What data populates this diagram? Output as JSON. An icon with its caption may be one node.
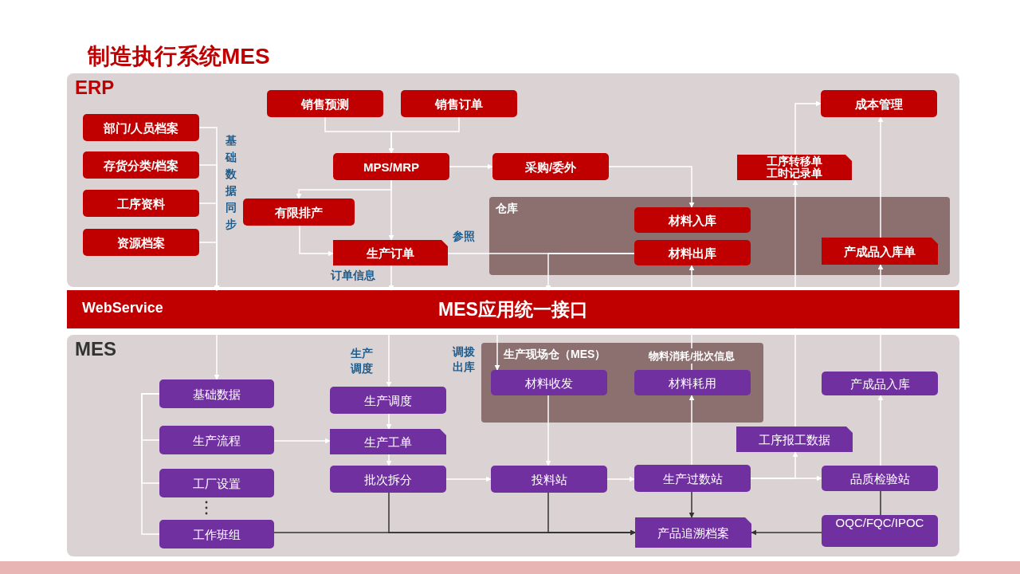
{
  "diagram": {
    "title": "制造执行系统MES",
    "nodes": [
      {
        "text": [
          "ERP"
        ]
      },
      {
        "text": [
          "部门/人员档案"
        ],
        "in": 0
      },
      {
        "text": [
          "存货分类/档案"
        ],
        "in": 0
      },
      {
        "text": [
          "工序资料"
        ],
        "in": 0
      },
      {
        "text": [
          "资源档案"
        ],
        "in": 0
      },
      {
        "text": [
          "销售预测"
        ],
        "in": 0
      },
      {
        "text": [
          "销售订单"
        ],
        "in": 0
      },
      {
        "text": [
          "MPS/MRP"
        ],
        "in": 0
      },
      {
        "text": [
          "采购/委外"
        ],
        "in": 0
      },
      {
        "text": [
          "有限排产"
        ],
        "in": 0
      },
      {
        "text": [
          "生产订单"
        ],
        "in": 0
      },
      {
        "text": [
          "工序转移单工时记录单"
        ],
        "in": 0
      },
      {
        "text": [
          "成本管理"
        ],
        "in": 0
      },
      {
        "text": [
          "仓库"
        ],
        "in": 0
      },
      {
        "text": [
          "材料入库"
        ],
        "in": 13
      },
      {
        "text": [
          "材料出库"
        ],
        "in": 13
      },
      {
        "text": [
          "产成品入库单"
        ],
        "in": 13
      },
      {
        "text": [
          "WebService",
          "MES应用统一接口"
        ]
      },
      {
        "text": [
          "MES"
        ]
      },
      {
        "text": [
          "基础数据"
        ],
        "in": 18
      },
      {
        "text": [
          "生产流程"
        ],
        "in": 18
      },
      {
        "text": [
          "工厂设置"
        ],
        "in": 18
      },
      {
        "text": [
          "工作班组"
        ],
        "in": 18
      },
      {
        "text": [
          "生产调度"
        ],
        "in": 18
      },
      {
        "text": [
          "生产工单"
        ],
        "in": 18
      },
      {
        "text": [
          "批次拆分"
        ],
        "in": 18
      },
      {
        "text": [
          "生产现场仓（MES）"
        ],
        "in": 18
      },
      {
        "text": [
          "材料收发"
        ],
        "in": 26
      },
      {
        "text": [
          "材料耗用"
        ],
        "in": 26
      },
      {
        "text": [
          "产成品入库"
        ],
        "in": 18
      },
      {
        "text": [
          "工序报工数据"
        ],
        "in": 18
      },
      {
        "text": [
          "投料站"
        ],
        "in": 18
      },
      {
        "text": [
          "生产过数站"
        ],
        "in": 18
      },
      {
        "text": [
          "品质检验站"
        ],
        "in": 18
      },
      {
        "text": [
          "OQC/FQC/IPOC"
        ],
        "in": 18
      },
      {
        "text": [
          "产品追溯档案"
        ],
        "in": 18
      }
    ],
    "edges": [
      {
        "from": 1,
        "to": 17,
        "arrow": "to"
      },
      {
        "from": 2,
        "to": 17,
        "arrow": "to"
      },
      {
        "from": 3,
        "to": 17,
        "arrow": "to"
      },
      {
        "from": 4,
        "to": 17,
        "arrow": "to"
      },
      {
        "from": 5,
        "to": 7,
        "arrow": "to"
      },
      {
        "from": 6,
        "to": 7,
        "arrow": "to"
      },
      {
        "from": 7,
        "to": 8,
        "arrow": "to"
      },
      {
        "from": 7,
        "to": 9,
        "arrow": "to"
      },
      {
        "from": 7,
        "to": 10,
        "arrow": "to"
      },
      {
        "from": 9,
        "to": 10,
        "arrow": "to"
      },
      {
        "from": 10,
        "to": 17,
        "arrow": "to",
        "label": "订单信息"
      },
      {
        "from": 10,
        "to": 15,
        "arrow": "none",
        "label": "参照"
      },
      {
        "from": 15,
        "to": 17,
        "arrow": "to"
      },
      {
        "from": 8,
        "to": 14,
        "arrow": "to"
      },
      {
        "from": 17,
        "to": 15,
        "arrow": "to"
      },
      {
        "from": 17,
        "to": 11,
        "arrow": "to"
      },
      {
        "from": 11,
        "to": 12,
        "arrow": "to"
      },
      {
        "from": 17,
        "to": 16,
        "arrow": "to"
      },
      {
        "from": 16,
        "to": 12,
        "arrow": "to"
      },
      {
        "from": 17,
        "to": 19,
        "arrow": "to"
      },
      {
        "from": 17,
        "to": 23,
        "arrow": "to",
        "label": "生产调度"
      },
      {
        "from": 17,
        "to": 27,
        "arrow": "to",
        "label": "调拨出库"
      },
      {
        "from": 28,
        "to": 17,
        "arrow": "to",
        "label": "物料消耗/批次信息"
      },
      {
        "from": 30,
        "to": 17,
        "arrow": "to"
      },
      {
        "from": 29,
        "to": 17,
        "arrow": "to"
      },
      {
        "from": 19,
        "to": 20,
        "arrow": "none"
      },
      {
        "from": 19,
        "to": 21,
        "arrow": "none"
      },
      {
        "from": 19,
        "to": 22,
        "arrow": "none"
      },
      {
        "from": 20,
        "to": 24,
        "arrow": "to"
      },
      {
        "from": 23,
        "to": 24,
        "arrow": "to"
      },
      {
        "from": 24,
        "to": 25,
        "arrow": "to"
      },
      {
        "from": 25,
        "to": 31,
        "arrow": "to"
      },
      {
        "from": 27,
        "to": 31,
        "arrow": "to"
      },
      {
        "from": 31,
        "to": 32,
        "arrow": "to"
      },
      {
        "from": 32,
        "to": 28,
        "arrow": "to"
      },
      {
        "from": 32,
        "to": 33,
        "arrow": "to"
      },
      {
        "from": 32,
        "to": 30,
        "arrow": "to"
      },
      {
        "from": 33,
        "to": 29,
        "arrow": "to"
      },
      {
        "from": 32,
        "to": 35,
        "arrow": "to",
        "color": "#333333"
      },
      {
        "from": 22,
        "to": 35,
        "arrow": "to",
        "color": "#333333"
      },
      {
        "from": 25,
        "to": 35,
        "arrow": "to",
        "color": "#333333"
      },
      {
        "from": 31,
        "to": 35,
        "arrow": "to",
        "color": "#333333"
      },
      {
        "from": 33,
        "to": 34,
        "arrow": "none",
        "color": "#333333"
      },
      {
        "from": 34,
        "to": 35,
        "arrow": "to",
        "color": "#333333"
      }
    ],
    "labels": [
      "基础数据同步"
    ]
  }
}
